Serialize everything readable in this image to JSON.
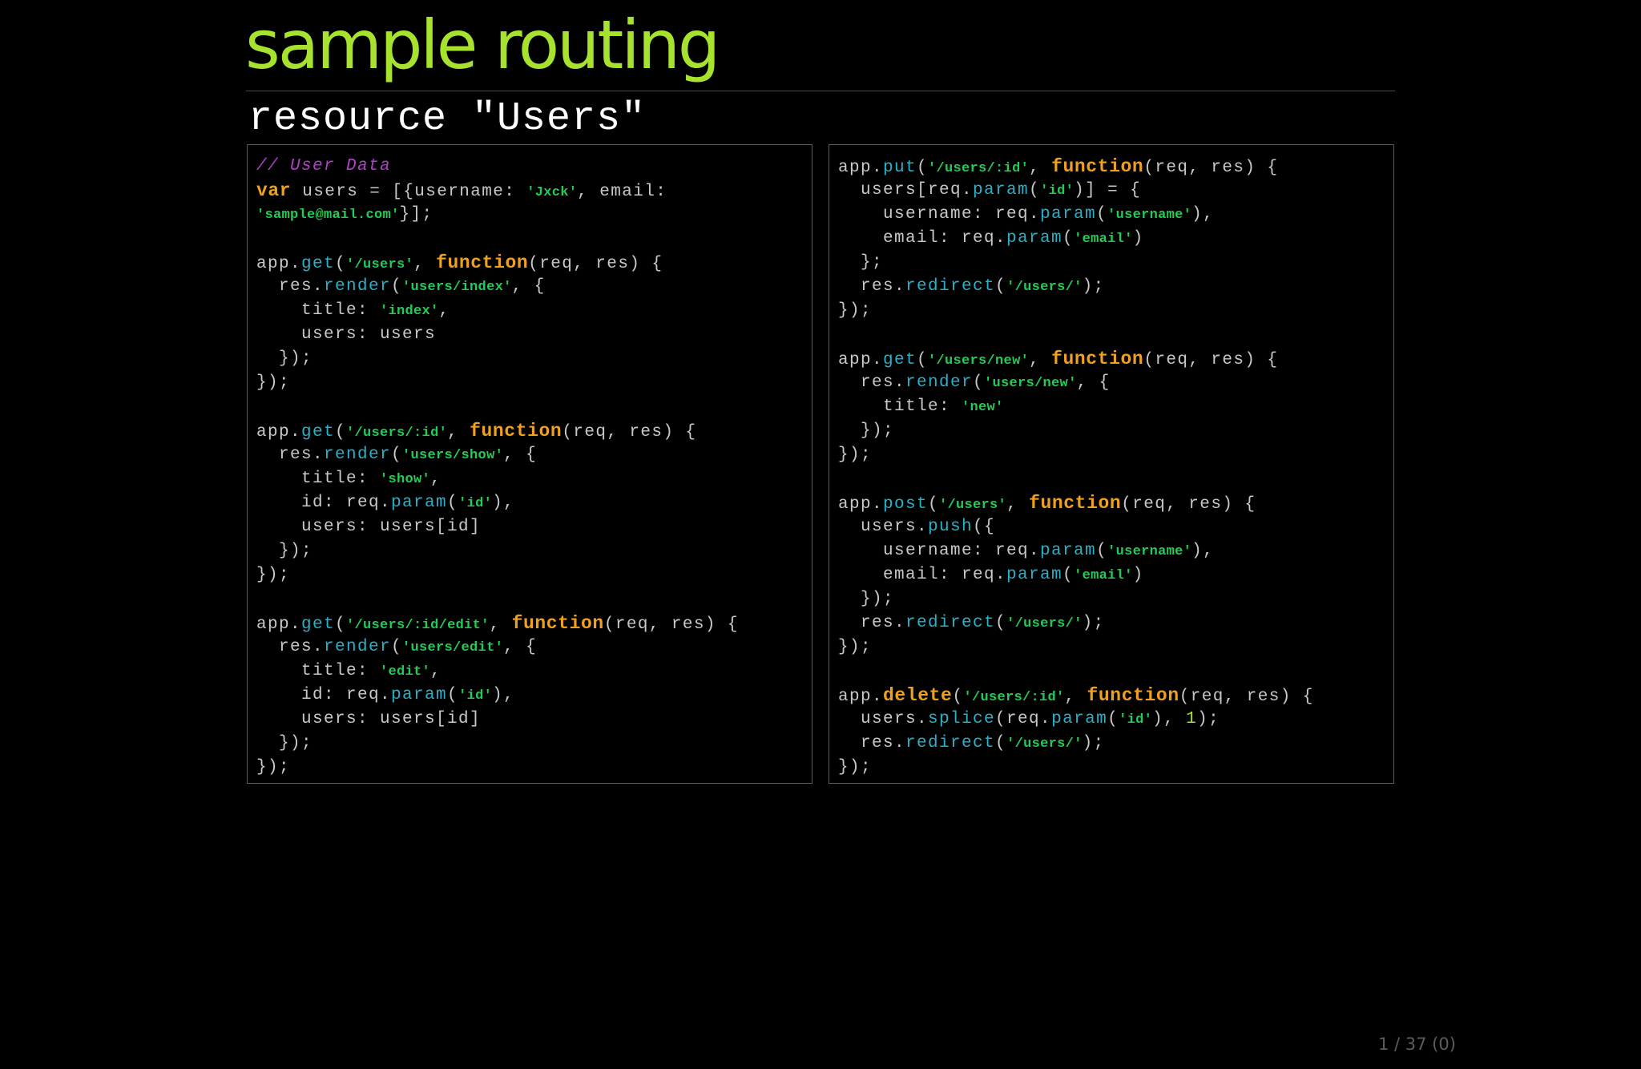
{
  "slide": {
    "title": "sample routing",
    "subtitle": "resource \"Users\"",
    "counter": "1 / 37 (0)"
  },
  "colors": {
    "background": "#000000",
    "title": "#a6e22e",
    "keyword": "#f0a020",
    "string": "#22cc55",
    "method": "#2ab0c8",
    "comment": "#b040c8",
    "number": "#a6e22e",
    "plain": "#c8c8c8"
  },
  "panels": {
    "left": {
      "lines": [
        [
          [
            "c",
            "// User Data"
          ]
        ],
        [
          [
            "k",
            "var"
          ],
          [
            "p",
            " users = [{username: "
          ],
          [
            "s",
            "'Jxck'"
          ],
          [
            "p",
            ", email:"
          ]
        ],
        [
          [
            "s",
            "'sample@mail.com'"
          ],
          [
            "p",
            "}];"
          ]
        ],
        [],
        [
          [
            "p",
            "app."
          ],
          [
            "m",
            "get"
          ],
          [
            "p",
            "("
          ],
          [
            "s",
            "'/users'"
          ],
          [
            "p",
            ", "
          ],
          [
            "k",
            "function"
          ],
          [
            "p",
            "(req, res) {"
          ]
        ],
        [
          [
            "p",
            "  res."
          ],
          [
            "m",
            "render"
          ],
          [
            "p",
            "("
          ],
          [
            "s",
            "'users/index'"
          ],
          [
            "p",
            ", {"
          ]
        ],
        [
          [
            "p",
            "    title: "
          ],
          [
            "s",
            "'index'"
          ],
          [
            "p",
            ","
          ]
        ],
        [
          [
            "p",
            "    users: users"
          ]
        ],
        [
          [
            "p",
            "  });"
          ]
        ],
        [
          [
            "p",
            "});"
          ]
        ],
        [],
        [
          [
            "p",
            "app."
          ],
          [
            "m",
            "get"
          ],
          [
            "p",
            "("
          ],
          [
            "s",
            "'/users/:id'"
          ],
          [
            "p",
            ", "
          ],
          [
            "k",
            "function"
          ],
          [
            "p",
            "(req, res) {"
          ]
        ],
        [
          [
            "p",
            "  res."
          ],
          [
            "m",
            "render"
          ],
          [
            "p",
            "("
          ],
          [
            "s",
            "'users/show'"
          ],
          [
            "p",
            ", {"
          ]
        ],
        [
          [
            "p",
            "    title: "
          ],
          [
            "s",
            "'show'"
          ],
          [
            "p",
            ","
          ]
        ],
        [
          [
            "p",
            "    id: req."
          ],
          [
            "m",
            "param"
          ],
          [
            "p",
            "("
          ],
          [
            "s",
            "'id'"
          ],
          [
            "p",
            "),"
          ]
        ],
        [
          [
            "p",
            "    users: users[id]"
          ]
        ],
        [
          [
            "p",
            "  });"
          ]
        ],
        [
          [
            "p",
            "});"
          ]
        ],
        [],
        [
          [
            "p",
            "app."
          ],
          [
            "m",
            "get"
          ],
          [
            "p",
            "("
          ],
          [
            "s",
            "'/users/:id/edit'"
          ],
          [
            "p",
            ", "
          ],
          [
            "k",
            "function"
          ],
          [
            "p",
            "(req, res) {"
          ]
        ],
        [
          [
            "p",
            "  res."
          ],
          [
            "m",
            "render"
          ],
          [
            "p",
            "("
          ],
          [
            "s",
            "'users/edit'"
          ],
          [
            "p",
            ", {"
          ]
        ],
        [
          [
            "p",
            "    title: "
          ],
          [
            "s",
            "'edit'"
          ],
          [
            "p",
            ","
          ]
        ],
        [
          [
            "p",
            "    id: req."
          ],
          [
            "m",
            "param"
          ],
          [
            "p",
            "("
          ],
          [
            "s",
            "'id'"
          ],
          [
            "p",
            "),"
          ]
        ],
        [
          [
            "p",
            "    users: users[id]"
          ]
        ],
        [
          [
            "p",
            "  });"
          ]
        ],
        [
          [
            "p",
            "});"
          ]
        ]
      ]
    },
    "right": {
      "lines": [
        [
          [
            "p",
            "app."
          ],
          [
            "m",
            "put"
          ],
          [
            "p",
            "("
          ],
          [
            "s",
            "'/users/:id'"
          ],
          [
            "p",
            ", "
          ],
          [
            "k",
            "function"
          ],
          [
            "p",
            "(req, res) {"
          ]
        ],
        [
          [
            "p",
            "  users[req."
          ],
          [
            "m",
            "param"
          ],
          [
            "p",
            "("
          ],
          [
            "s",
            "'id'"
          ],
          [
            "p",
            ")] = {"
          ]
        ],
        [
          [
            "p",
            "    username: req."
          ],
          [
            "m",
            "param"
          ],
          [
            "p",
            "("
          ],
          [
            "s",
            "'username'"
          ],
          [
            "p",
            "),"
          ]
        ],
        [
          [
            "p",
            "    email: req."
          ],
          [
            "m",
            "param"
          ],
          [
            "p",
            "("
          ],
          [
            "s",
            "'email'"
          ],
          [
            "p",
            ")"
          ]
        ],
        [
          [
            "p",
            "  };"
          ]
        ],
        [
          [
            "p",
            "  res."
          ],
          [
            "m",
            "redirect"
          ],
          [
            "p",
            "("
          ],
          [
            "s",
            "'/users/'"
          ],
          [
            "p",
            ");"
          ]
        ],
        [
          [
            "p",
            "});"
          ]
        ],
        [],
        [
          [
            "p",
            "app."
          ],
          [
            "m",
            "get"
          ],
          [
            "p",
            "("
          ],
          [
            "s",
            "'/users/new'"
          ],
          [
            "p",
            ", "
          ],
          [
            "k",
            "function"
          ],
          [
            "p",
            "(req, res) {"
          ]
        ],
        [
          [
            "p",
            "  res."
          ],
          [
            "m",
            "render"
          ],
          [
            "p",
            "("
          ],
          [
            "s",
            "'users/new'"
          ],
          [
            "p",
            ", {"
          ]
        ],
        [
          [
            "p",
            "    title: "
          ],
          [
            "s",
            "'new'"
          ]
        ],
        [
          [
            "p",
            "  });"
          ]
        ],
        [
          [
            "p",
            "});"
          ]
        ],
        [],
        [
          [
            "p",
            "app."
          ],
          [
            "m",
            "post"
          ],
          [
            "p",
            "("
          ],
          [
            "s",
            "'/users'"
          ],
          [
            "p",
            ", "
          ],
          [
            "k",
            "function"
          ],
          [
            "p",
            "(req, res) {"
          ]
        ],
        [
          [
            "p",
            "  users."
          ],
          [
            "m",
            "push"
          ],
          [
            "p",
            "({"
          ]
        ],
        [
          [
            "p",
            "    username: req."
          ],
          [
            "m",
            "param"
          ],
          [
            "p",
            "("
          ],
          [
            "s",
            "'username'"
          ],
          [
            "p",
            "),"
          ]
        ],
        [
          [
            "p",
            "    email: req."
          ],
          [
            "m",
            "param"
          ],
          [
            "p",
            "("
          ],
          [
            "s",
            "'email'"
          ],
          [
            "p",
            ")"
          ]
        ],
        [
          [
            "p",
            "  });"
          ]
        ],
        [
          [
            "p",
            "  res."
          ],
          [
            "m",
            "redirect"
          ],
          [
            "p",
            "("
          ],
          [
            "s",
            "'/users/'"
          ],
          [
            "p",
            ");"
          ]
        ],
        [
          [
            "p",
            "});"
          ]
        ],
        [],
        [
          [
            "p",
            "app."
          ],
          [
            "k",
            "delete"
          ],
          [
            "p",
            "("
          ],
          [
            "s",
            "'/users/:id'"
          ],
          [
            "p",
            ", "
          ],
          [
            "k",
            "function"
          ],
          [
            "p",
            "(req, res) {"
          ]
        ],
        [
          [
            "p",
            "  users."
          ],
          [
            "m",
            "splice"
          ],
          [
            "p",
            "(req."
          ],
          [
            "m",
            "param"
          ],
          [
            "p",
            "("
          ],
          [
            "s",
            "'id'"
          ],
          [
            "p",
            "), "
          ],
          [
            "n",
            "1"
          ],
          [
            "p",
            ");"
          ]
        ],
        [
          [
            "p",
            "  res."
          ],
          [
            "m",
            "redirect"
          ],
          [
            "p",
            "("
          ],
          [
            "s",
            "'/users/'"
          ],
          [
            "p",
            ");"
          ]
        ],
        [
          [
            "p",
            "});"
          ]
        ]
      ]
    }
  }
}
